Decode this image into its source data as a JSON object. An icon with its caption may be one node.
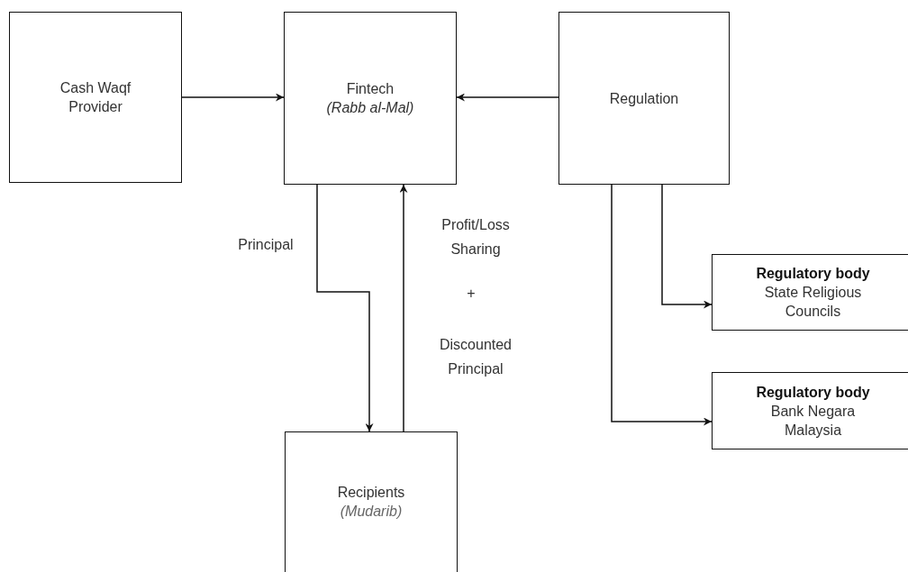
{
  "diagram": {
    "nodes": [
      {
        "text": [
          "Cash Waqf Provider"
        ]
      },
      {
        "text": [
          "Fintech",
          "(Rabb al-Mal)"
        ]
      },
      {
        "text": [
          "Regulation"
        ]
      },
      {
        "text": [
          "Recipients",
          "(Mudarib)"
        ]
      },
      {
        "text": [
          "Regulatory body",
          "State Religious Councils"
        ]
      },
      {
        "text": [
          "Regulatory body",
          "Bank Negara Malaysia"
        ]
      }
    ],
    "edges": [
      {
        "from": 0,
        "to": 1,
        "arrow": "to"
      },
      {
        "from": 2,
        "to": 1,
        "arrow": "to"
      },
      {
        "from": 1,
        "to": 3,
        "arrow": "to",
        "label": "Principal"
      },
      {
        "from": 3,
        "to": 1,
        "arrow": "to",
        "label": "Profit/Loss Sharing"
      },
      {
        "from": 2,
        "to": 4,
        "arrow": "to"
      },
      {
        "from": 2,
        "to": 5,
        "arrow": "to"
      }
    ],
    "labels": [
      "+",
      "Discounted Principal"
    ]
  }
}
